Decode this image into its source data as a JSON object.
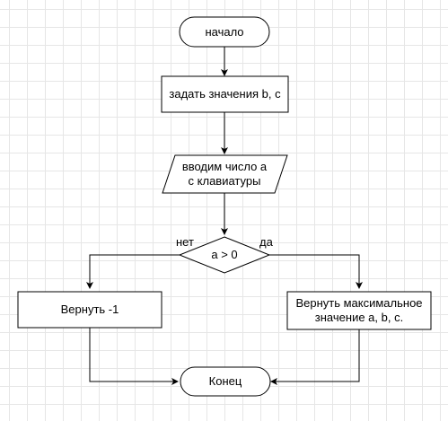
{
  "flowchart": {
    "start": "начало",
    "set_values": "задать значения b, c",
    "input_a_line1": "вводим число a",
    "input_a_line2": "с клавиатуры",
    "condition": "a > 0",
    "branch_no": "нет",
    "branch_yes": "да",
    "return_neg": "Вернуть -1",
    "return_max_line1": "Вернуть максимальное",
    "return_max_line2": "значение a, b, c.",
    "end": "Конец"
  },
  "colors": {
    "stroke": "#000000",
    "fill": "#ffffff",
    "grid": "#e6e6e6"
  }
}
